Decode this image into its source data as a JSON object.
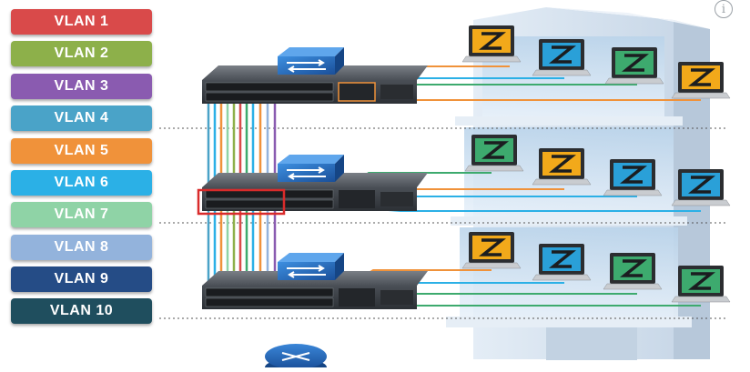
{
  "vlans": [
    {
      "label": "VLAN 1",
      "color": "#d94a4a"
    },
    {
      "label": "VLAN 2",
      "color": "#8db04a"
    },
    {
      "label": "VLAN 3",
      "color": "#8a5bb0"
    },
    {
      "label": "VLAN 4",
      "color": "#4aa3c8"
    },
    {
      "label": "VLAN 5",
      "color": "#f0923a"
    },
    {
      "label": "VLAN 6",
      "color": "#2bb0e6"
    },
    {
      "label": "VLAN 7",
      "color": "#8fd3a6"
    },
    {
      "label": "VLAN 8",
      "color": "#93b3dc"
    },
    {
      "label": "VLAN 9",
      "color": "#254c86"
    },
    {
      "label": "VLAN 10",
      "color": "#1f4e5e"
    }
  ],
  "info_icon": {
    "glyph": "i",
    "icon": "info-icon"
  },
  "colors": {
    "switch_body": "#3b3f45",
    "switch_top": "#1f5fa8",
    "trunk_highlight": "#d92b2b",
    "laptop_orange": "#f2a91a",
    "laptop_blue": "#2aa0d8",
    "laptop_green": "#3daa6e",
    "building": "#d9e6f2"
  }
}
